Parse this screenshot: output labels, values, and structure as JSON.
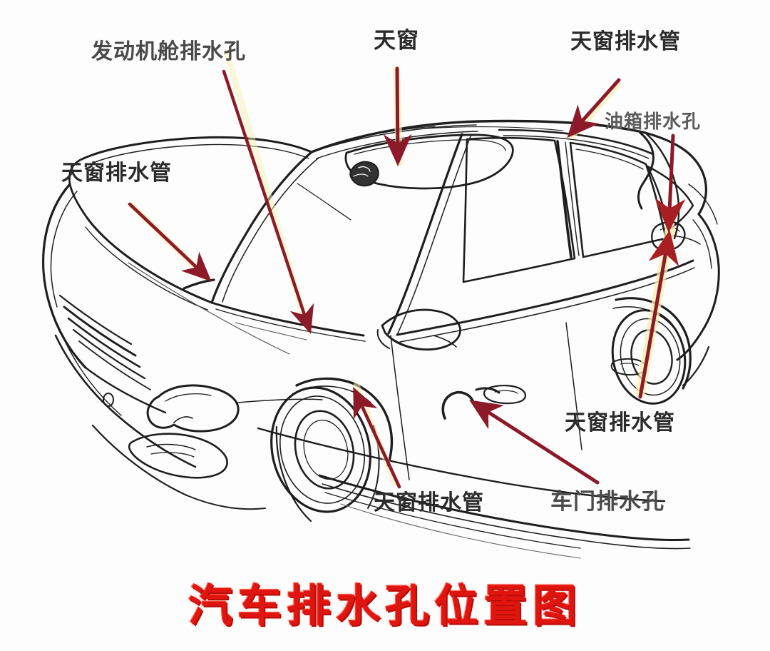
{
  "diagram": {
    "title": "汽车排水孔位置图",
    "subject": "car-line-drawing",
    "background_color": "#fdfdfd",
    "title_color": "#e0150f",
    "arrow_color": "#8c1a28",
    "arrow_glow_color": "#f2e6a0",
    "sketch_color": "#1c1c1c"
  },
  "labels": [
    {
      "id": "engine-bay-drain",
      "text": "发动机舱排水孔",
      "color": "#4a4a4a",
      "size": 30
    },
    {
      "id": "sunroof",
      "text": "天窗",
      "color": "#1c1c1c",
      "size": 31
    },
    {
      "id": "sunroof-drain-top",
      "text": "天窗排水管",
      "color": "#1c1c1c",
      "size": 30
    },
    {
      "id": "fuel-tank-drain",
      "text": "油箱排水孔",
      "color": "#5c5c5c",
      "size": 26
    },
    {
      "id": "sunroof-drain-left",
      "text": "天窗排水管",
      "color": "#1c1c1c",
      "size": 30
    },
    {
      "id": "sunroof-drain-right",
      "text": "天窗排水管",
      "color": "#1c1c1c",
      "size": 30
    },
    {
      "id": "sunroof-drain-bottom",
      "text": "天窗排水管",
      "color": "#1c1c1c",
      "size": 30
    },
    {
      "id": "door-drain",
      "text": "车门排水孔",
      "color": "#4a4a4a",
      "size": 31
    }
  ],
  "callouts": [
    {
      "id": "engine-bay-drain",
      "target": "engine bay drain hole at cowl / windshield base"
    },
    {
      "id": "sunroof",
      "target": "sunroof panel on roof"
    },
    {
      "id": "sunroof-drain-top",
      "target": "rear roof rail right side"
    },
    {
      "id": "fuel-tank-drain",
      "target": "fuel filler area rear quarter panel"
    },
    {
      "id": "sunroof-drain-left",
      "target": "front fender near A-pillar base"
    },
    {
      "id": "sunroof-drain-right",
      "target": "rear wheel arch / rear sill"
    },
    {
      "id": "sunroof-drain-bottom",
      "target": "front wheel arch inner liner"
    },
    {
      "id": "door-drain",
      "target": "bottom edge of front door sill"
    }
  ]
}
